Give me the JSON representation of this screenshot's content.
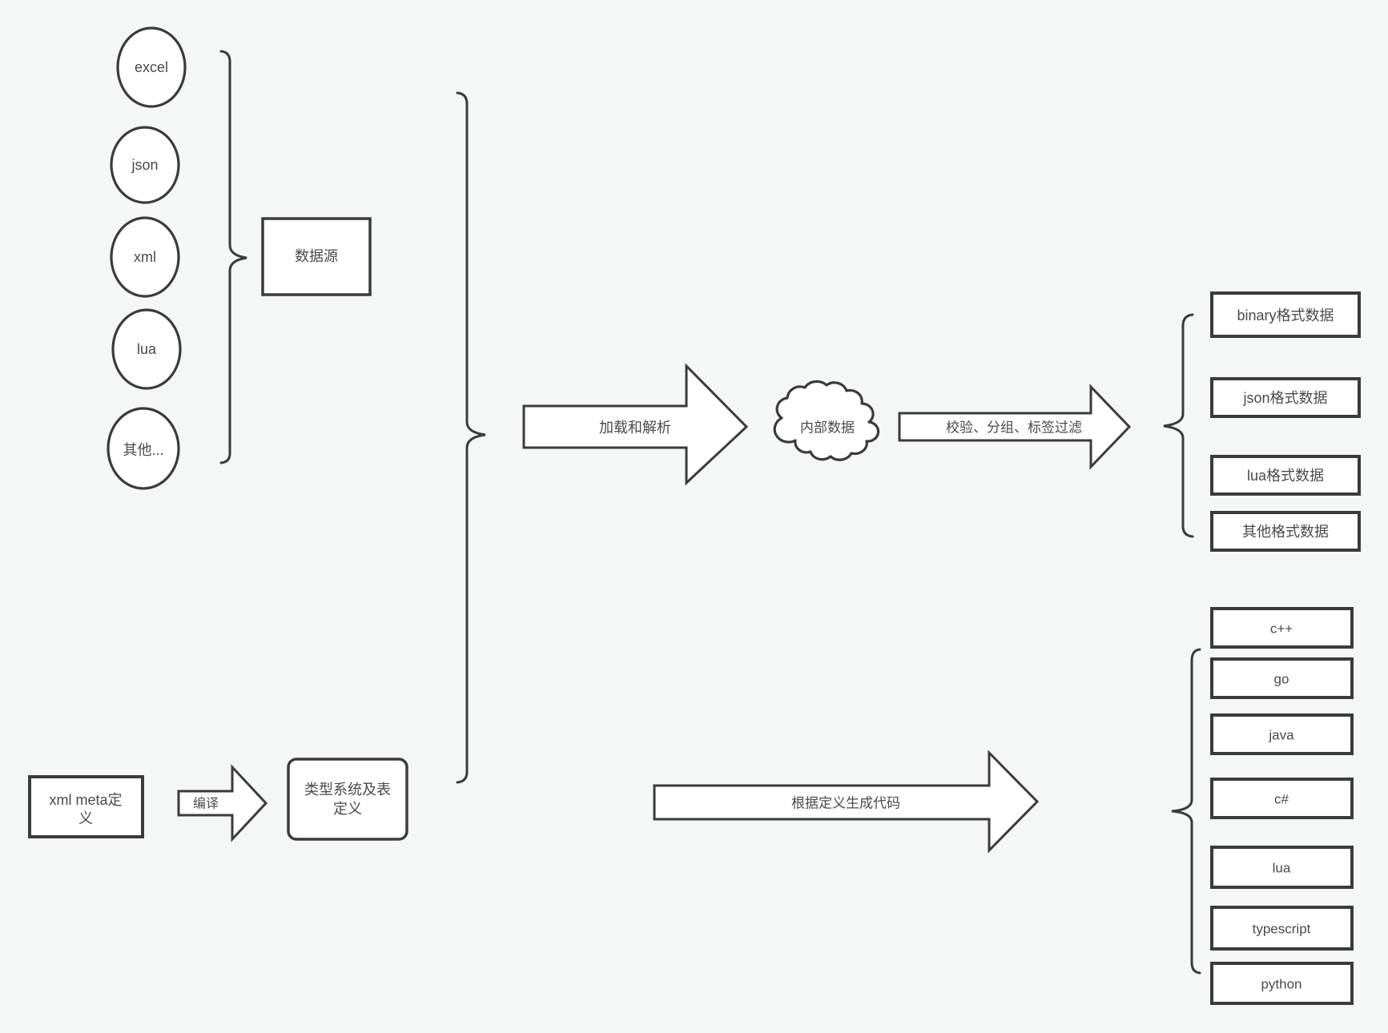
{
  "colors": {
    "background": "#f5f6f6",
    "stroke": "#3b3b3b",
    "shape_fill": "#ffffff",
    "text": "#4a4a4a"
  },
  "sources": {
    "group_label": "数据源",
    "items": [
      "excel",
      "json",
      "xml",
      "lua",
      "其他..."
    ]
  },
  "pipeline": {
    "load_parse": "加载和解析",
    "internal_data": "内部数据",
    "filter": "校验、分组、标签过滤",
    "generate": "根据定义生成代码",
    "compile": "编译"
  },
  "definitions": {
    "xml_meta": {
      "line1": "xml meta定",
      "line2": "义"
    },
    "type_system": {
      "line1": "类型系统及表",
      "line2": "定义"
    }
  },
  "data_formats": [
    "binary格式数据",
    "json格式数据",
    "lua格式数据",
    "其他格式数据"
  ],
  "languages": [
    "c++",
    "go",
    "java",
    "c#",
    "lua",
    "typescript",
    "python"
  ]
}
